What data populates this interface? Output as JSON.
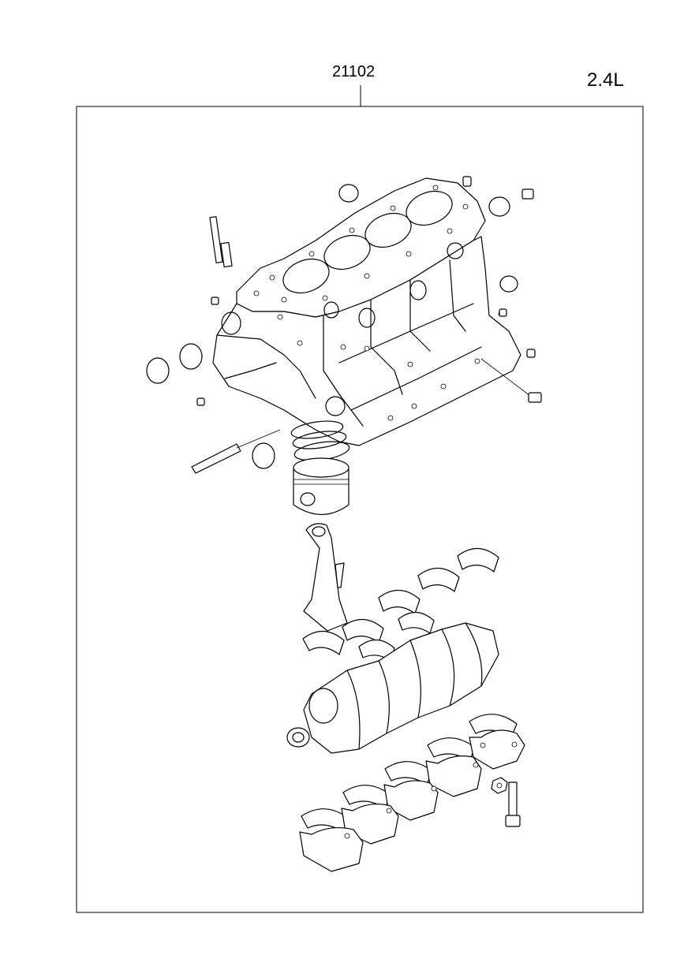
{
  "header": {
    "part_number": "21102",
    "engine_size": "2.4L"
  },
  "diagram": {
    "components": [
      "cylinder-block",
      "piston",
      "piston-rings",
      "connecting-rod",
      "connecting-rod-bearings",
      "crankshaft",
      "main-bearings",
      "main-bearing-caps",
      "cap-bolt",
      "nut",
      "stud-bolts",
      "cam-bushings",
      "dowel-pins"
    ]
  }
}
